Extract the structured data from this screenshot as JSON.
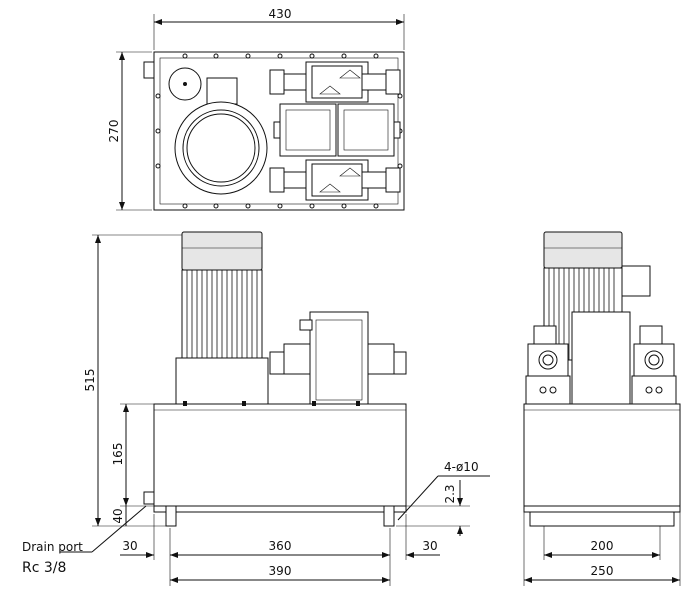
{
  "dimensions": {
    "top_width": "430",
    "top_height": "270",
    "front_height_total": "515",
    "front_height_tank": "165",
    "front_height_base": "40",
    "feet_spacing": "360",
    "foot_left": "30",
    "foot_right": "30",
    "front_width": "390",
    "hole_spec": "4-ø10",
    "foot_thickness": "2.3",
    "side_inner": "200",
    "side_outer": "250"
  },
  "labels": {
    "drain_port": "Drain port",
    "drain_thread": "Rc 3/8"
  }
}
